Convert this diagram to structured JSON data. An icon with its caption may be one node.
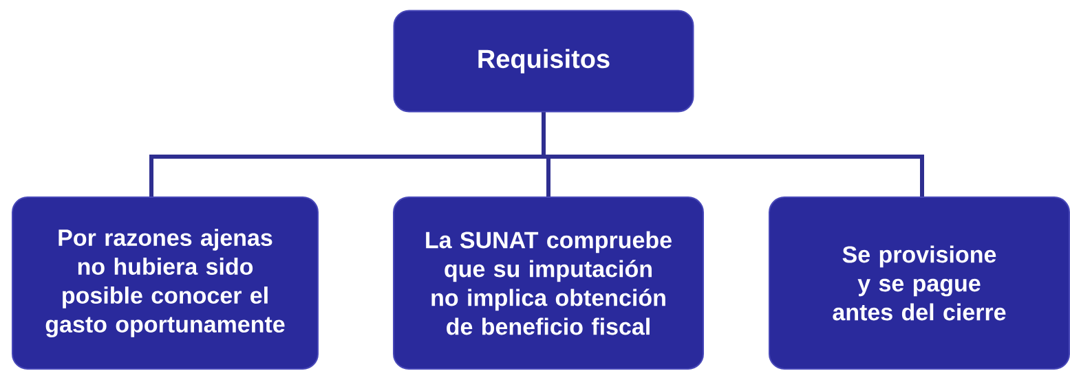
{
  "diagram": {
    "nodes": [
      {
        "text": [
          "Requisitos"
        ]
      },
      {
        "text": [
          "Por razones ajenas no hubiera sido posible conocer el gasto oportunamente"
        ]
      },
      {
        "text": [
          "La SUNAT compruebe que su imputación no implica obtención de beneficio fiscal"
        ]
      },
      {
        "text": [
          "Se provisione y se pague antes del cierre"
        ]
      }
    ],
    "edges": [
      {
        "from": 0,
        "to": 1,
        "arrow": "none"
      },
      {
        "from": 0,
        "to": 2,
        "arrow": "none"
      },
      {
        "from": 0,
        "to": 3,
        "arrow": "none"
      }
    ]
  }
}
